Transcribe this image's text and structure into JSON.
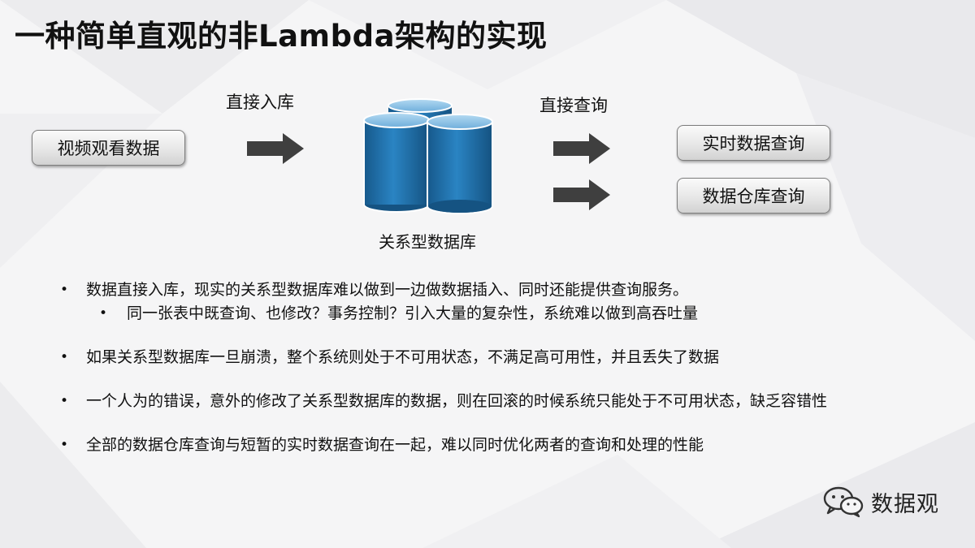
{
  "title": "一种简单直观的非Lambda架构的实现",
  "diagram": {
    "source_box": "视频观看数据",
    "ingest_label": "直接入库",
    "db_label": "关系型数据库",
    "query_label": "直接查询",
    "target_boxes": [
      "实时数据查询",
      "数据仓库查询"
    ],
    "colors": {
      "db_blue": "#1f6fa8",
      "db_light": "#8fc3e6",
      "arrow": "#3f3f3f"
    }
  },
  "bullets": [
    {
      "text": "数据直接入库，现实的关系型数据库难以做到一边做数据插入、同时还能提供查询服务。"
    },
    {
      "text": "同一张表中既查询、也修改？事务控制？引入大量的复杂性，系统难以做到高吞吐量"
    },
    {
      "text": "如果关系型数据库一旦崩溃，整个系统则处于不可用状态，不满足高可用性，并且丢失了数据"
    },
    {
      "text": "一个人为的错误，意外的修改了关系型数据库的数据，则在回滚的时候系统只能处于不可用状态，缺乏容错性"
    },
    {
      "text": "全部的数据仓库查询与短暂的实时数据查询在一起，难以同时优化两者的查询和处理的性能"
    }
  ],
  "watermark": {
    "text": "数据观",
    "icon": "wechat-icon"
  }
}
